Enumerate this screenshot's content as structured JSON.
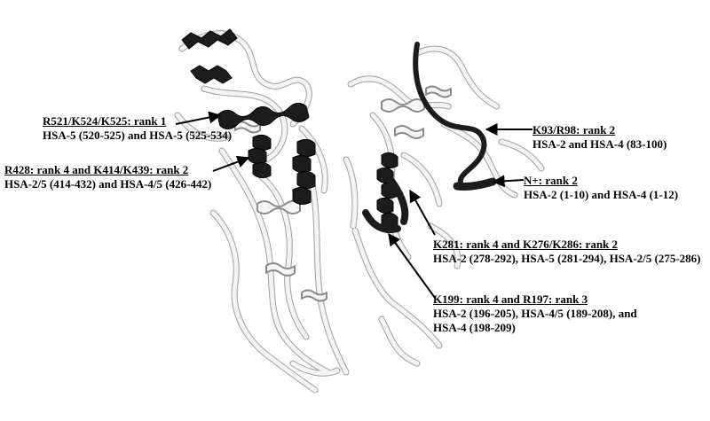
{
  "annotations": [
    {
      "title": "R521/K524/K525: rank 1",
      "lines": [
        "HSA-5 (520-525) and HSA-5 (525-534)"
      ]
    },
    {
      "title": "R428: rank 4 and K414/K439: rank 2",
      "lines": [
        "HSA-2/5 (414-432) and HSA-4/5 (426-442)"
      ]
    },
    {
      "title": "K93/R98: rank 2",
      "lines": [
        "HSA-2 and HSA-4 (83-100)"
      ]
    },
    {
      "title": "N+: rank 2",
      "lines": [
        "HSA-2 (1-10) and HSA-4 (1-12)"
      ]
    },
    {
      "title": "K281: rank 4 and K276/K286: rank 2",
      "lines": [
        "HSA-2 (278-292), HSA-5 (281-294), HSA-2/5 (275-286)"
      ]
    },
    {
      "title": "K199: rank 4 and R197: rank 3",
      "lines": [
        "HSA-2 (196-205), HSA-4/5 (189-208), and",
        "HSA-4 (198-209)"
      ]
    }
  ],
  "colors": {
    "ribbon": "#f2f2f2",
    "ribbon_outline": "#9a9a9a",
    "highlight": "#1c1c1c",
    "arrow": "#000000"
  }
}
